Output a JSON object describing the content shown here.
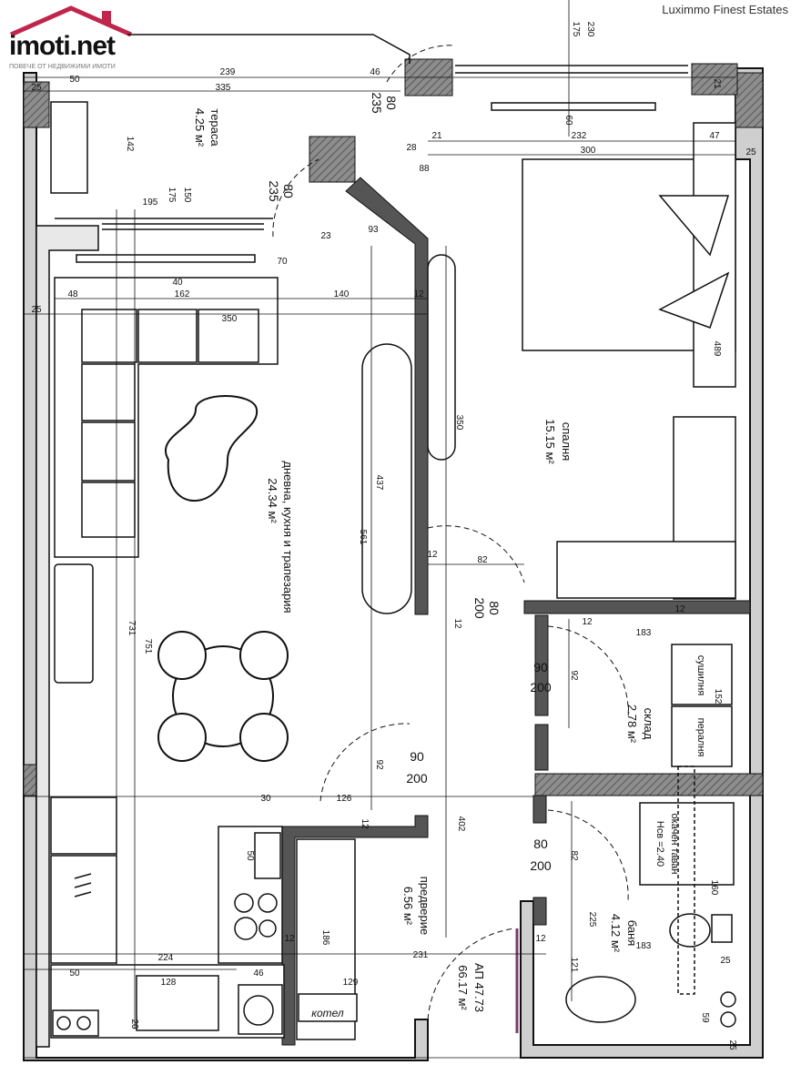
{
  "logo": {
    "text": "imoti.net",
    "tagline": "ПОВЕЧЕ ОТ НЕДВИЖИМИ ИМОТИ"
  },
  "brand": "Luximmo Finest Estates",
  "rooms": {
    "terrace": {
      "name": "тераса",
      "area": "4.25 м²"
    },
    "living": {
      "name": "дневна, кухня и трапезария",
      "area": "24.34 м²"
    },
    "bedroom": {
      "name": "спалня",
      "area": "15.15 м²"
    },
    "storage": {
      "name": "склад",
      "area": "2.78 м²"
    },
    "hall": {
      "name": "предверие",
      "area": "6.56 м²"
    },
    "bath": {
      "name": "баня",
      "area": "4.12 м²"
    }
  },
  "apartment": {
    "ap": "АП 47.73",
    "total": "66.17 м²"
  },
  "labels": {
    "dryer": "сушилня",
    "washer": "пералня",
    "ceiling_1": "окачен таван",
    "ceiling_2": "Нсв =2.40",
    "boiler": "котел"
  },
  "doors": [
    {
      "w": "80",
      "h": "235"
    },
    {
      "w": "80",
      "h": "235"
    },
    {
      "w": "80",
      "h": "200"
    },
    {
      "w": "90",
      "h": "200"
    },
    {
      "w": "90",
      "h": "200"
    },
    {
      "w": "80",
      "h": "200"
    }
  ],
  "dimensions": {
    "top_230": "230",
    "top_175": "175",
    "top_239": "239",
    "top_46": "46",
    "top_50": "50",
    "top_335": "335",
    "top_25": "25",
    "top_21": "21",
    "t_142": "142",
    "t_195": "195",
    "t_175b": "175",
    "t_150": "150",
    "t_60": "60",
    "b_232": "232",
    "b_300": "300",
    "b_47": "47",
    "b_25": "25",
    "b_28": "28",
    "b_21": "21",
    "b_88": "88",
    "b_23": "23",
    "b_93": "93",
    "b_40": "40",
    "b_70": "70",
    "l_48": "48",
    "l_162": "162",
    "l_140": "140",
    "l_12": "12",
    "l_25": "25",
    "l_350": "350",
    "l_489": "489",
    "l_350b": "350",
    "l_437": "437",
    "l_561": "561",
    "l_12b": "12",
    "l_82": "82",
    "l_12c": "12",
    "l_12d": "12",
    "l_183": "183",
    "l_12e": "12",
    "l_92": "92",
    "l_152": "152",
    "l_731": "731",
    "l_751": "751",
    "l_92b": "92",
    "l_30": "30",
    "l_126": "126",
    "l_12f": "12",
    "l_402": "402",
    "l_50": "50",
    "l_82b": "82",
    "l_160": "160",
    "l_225": "225",
    "l_186": "186",
    "l_12g": "12",
    "l_12h": "12",
    "l_183b": "183",
    "l_50b": "50",
    "l_224": "224",
    "l_231": "231",
    "l_121": "121",
    "l_25b": "25",
    "l_128": "128",
    "l_46": "46",
    "l_129": "129",
    "l_59": "59",
    "l_20": "20",
    "l_25c": "25"
  },
  "colors": {
    "wall": "#555555",
    "hatch": "#9a9a9a",
    "line": "#111111",
    "door_mark": "#7a3a6e",
    "logo_roof": "#c0264b"
  }
}
